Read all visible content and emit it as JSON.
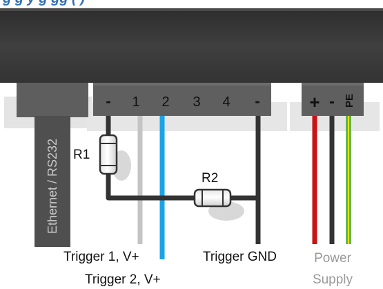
{
  "header": {
    "title_fragment": "g      g     y g gg      (      )",
    "title_color": "#2f6fb5"
  },
  "connectors": {
    "comm_label": "Ethernet / RS232",
    "trigger_terminals": [
      "-",
      "1",
      "2",
      "3",
      "4",
      "-"
    ],
    "power_terminals": [
      "+",
      "-",
      "PE"
    ]
  },
  "components": {
    "r1_label": "R1",
    "r2_label": "R2"
  },
  "labels": {
    "trigger1": "Trigger 1, V+",
    "trigger2": "Trigger 2, V+",
    "trigger_gnd": "Trigger GND",
    "power_line1": "Power",
    "power_line2": "Supply"
  },
  "colors": {
    "housing": "#3a3a3a",
    "terminal_block": "#5f5f5f",
    "wire_dark": "#333333",
    "wire_gray": "#c4c4c4",
    "wire_blue": "#1aa3e6",
    "wire_red": "#c81414",
    "wire_pe_green": "#3aa935",
    "wire_pe_yellow": "#e8e010",
    "power_label": "#9a9a9a"
  }
}
